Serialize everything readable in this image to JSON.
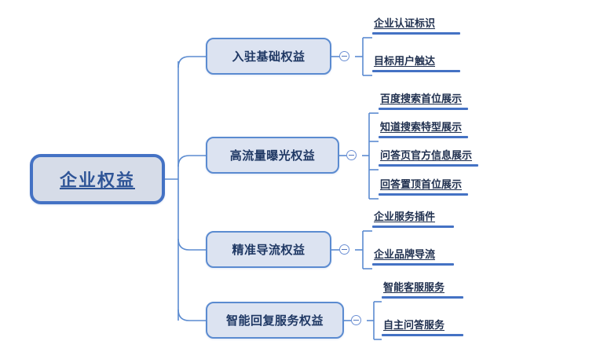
{
  "diagram": {
    "type": "mindmap",
    "title": "企业权益",
    "background_color": "#FFFFFF",
    "accent_color": "#4472C4",
    "root": {
      "label": "企业权益",
      "fill": "#D6DCE8",
      "border": "#4472C4",
      "text_color": "#2F5597"
    },
    "toggle_icon": "collapse-minus-icon",
    "branches": [
      {
        "label": "入驻基础权益",
        "collapsed": false,
        "leaves": [
          {
            "label": "企业认证标识"
          },
          {
            "label": "目标用户触达"
          }
        ]
      },
      {
        "label": "高流量曝光权益",
        "collapsed": false,
        "leaves": [
          {
            "label": "百度搜索首位展示"
          },
          {
            "label": "知道搜索特型展示"
          },
          {
            "label": "问答页官方信息展示"
          },
          {
            "label": "回答置顶首位展示"
          }
        ]
      },
      {
        "label": "精准导流权益",
        "collapsed": false,
        "leaves": [
          {
            "label": "企业服务插件"
          },
          {
            "label": "企业品牌导流"
          }
        ]
      },
      {
        "label": "智能回复服务权益",
        "collapsed": false,
        "leaves": [
          {
            "label": "智能客服服务"
          },
          {
            "label": "自主问答服务"
          }
        ]
      }
    ]
  }
}
